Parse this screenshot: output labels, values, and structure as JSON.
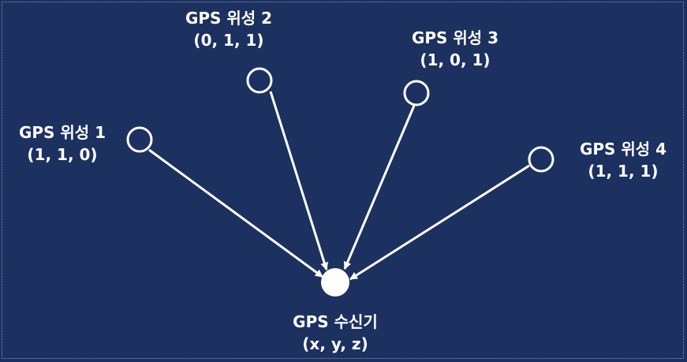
{
  "colors": {
    "background": "#1c3160",
    "foreground": "#ffffff",
    "frame": "#8a97b3"
  },
  "satellites": [
    {
      "name": "GPS 위성 1",
      "coords": "(1, 1, 0)"
    },
    {
      "name": "GPS 위성 2",
      "coords": "(0, 1, 1)"
    },
    {
      "name": "GPS 위성 3",
      "coords": "(1, 0, 1)"
    },
    {
      "name": "GPS 위성 4",
      "coords": "(1, 1, 1)"
    }
  ],
  "receiver": {
    "name": "GPS 수신기",
    "coords": "(x, y, z)"
  }
}
